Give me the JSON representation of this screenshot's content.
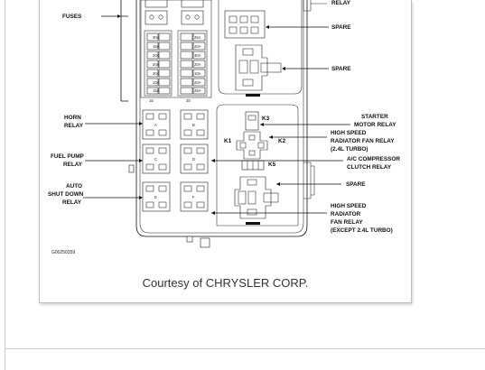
{
  "caption": "Courtesy of CHRYSLER CORP.",
  "figure_code": "G00250359",
  "labels": {
    "relay_top_right": "RELAY",
    "fuses": "FUSES",
    "spare_1": "SPARE",
    "spare_2": "SPARE",
    "starter_1": "STARTER",
    "starter_2": "MOTOR RELAY",
    "hs_fan_1": "HIGH SPEED",
    "hs_fan_2": "RADIATOR FAN RELAY",
    "hs_fan_3": "(2.4L TURBO)",
    "ac_1": "A/C COMPRESSOR",
    "ac_2": "CLUTCH RELAY",
    "spare_3": "SPARE",
    "hs_fan_b1": "HIGH SPEED",
    "hs_fan_b2": "RADIATOR",
    "hs_fan_b3": "FAN RELAY",
    "hs_fan_b4": "(EXCEPT 2.4L TURBO)",
    "horn_1": "HORN",
    "horn_2": "RELAY",
    "fuel_1": "FUEL PUMP",
    "fuel_2": "RELAY",
    "asd_1": "AUTO",
    "asd_2": "SHUT DOWN",
    "asd_3": "RELAY",
    "k1": "K1",
    "k2": "K2",
    "k3": "K3",
    "k5": "K5",
    "relay_a": "A",
    "relay_b": "B",
    "relay_c": "C",
    "relay_d": "D",
    "relay_e": "E",
    "relay_f": "F",
    "fuse_left": [
      "30A",
      "15A",
      "20A",
      "20A",
      "20A",
      "10A",
      "15A"
    ],
    "fuse_right": [
      "25A",
      "20A",
      "30A",
      "20A",
      "10A",
      "20A",
      "25A"
    ],
    "fuse_numbers_bottom": [
      "15",
      "25"
    ]
  }
}
